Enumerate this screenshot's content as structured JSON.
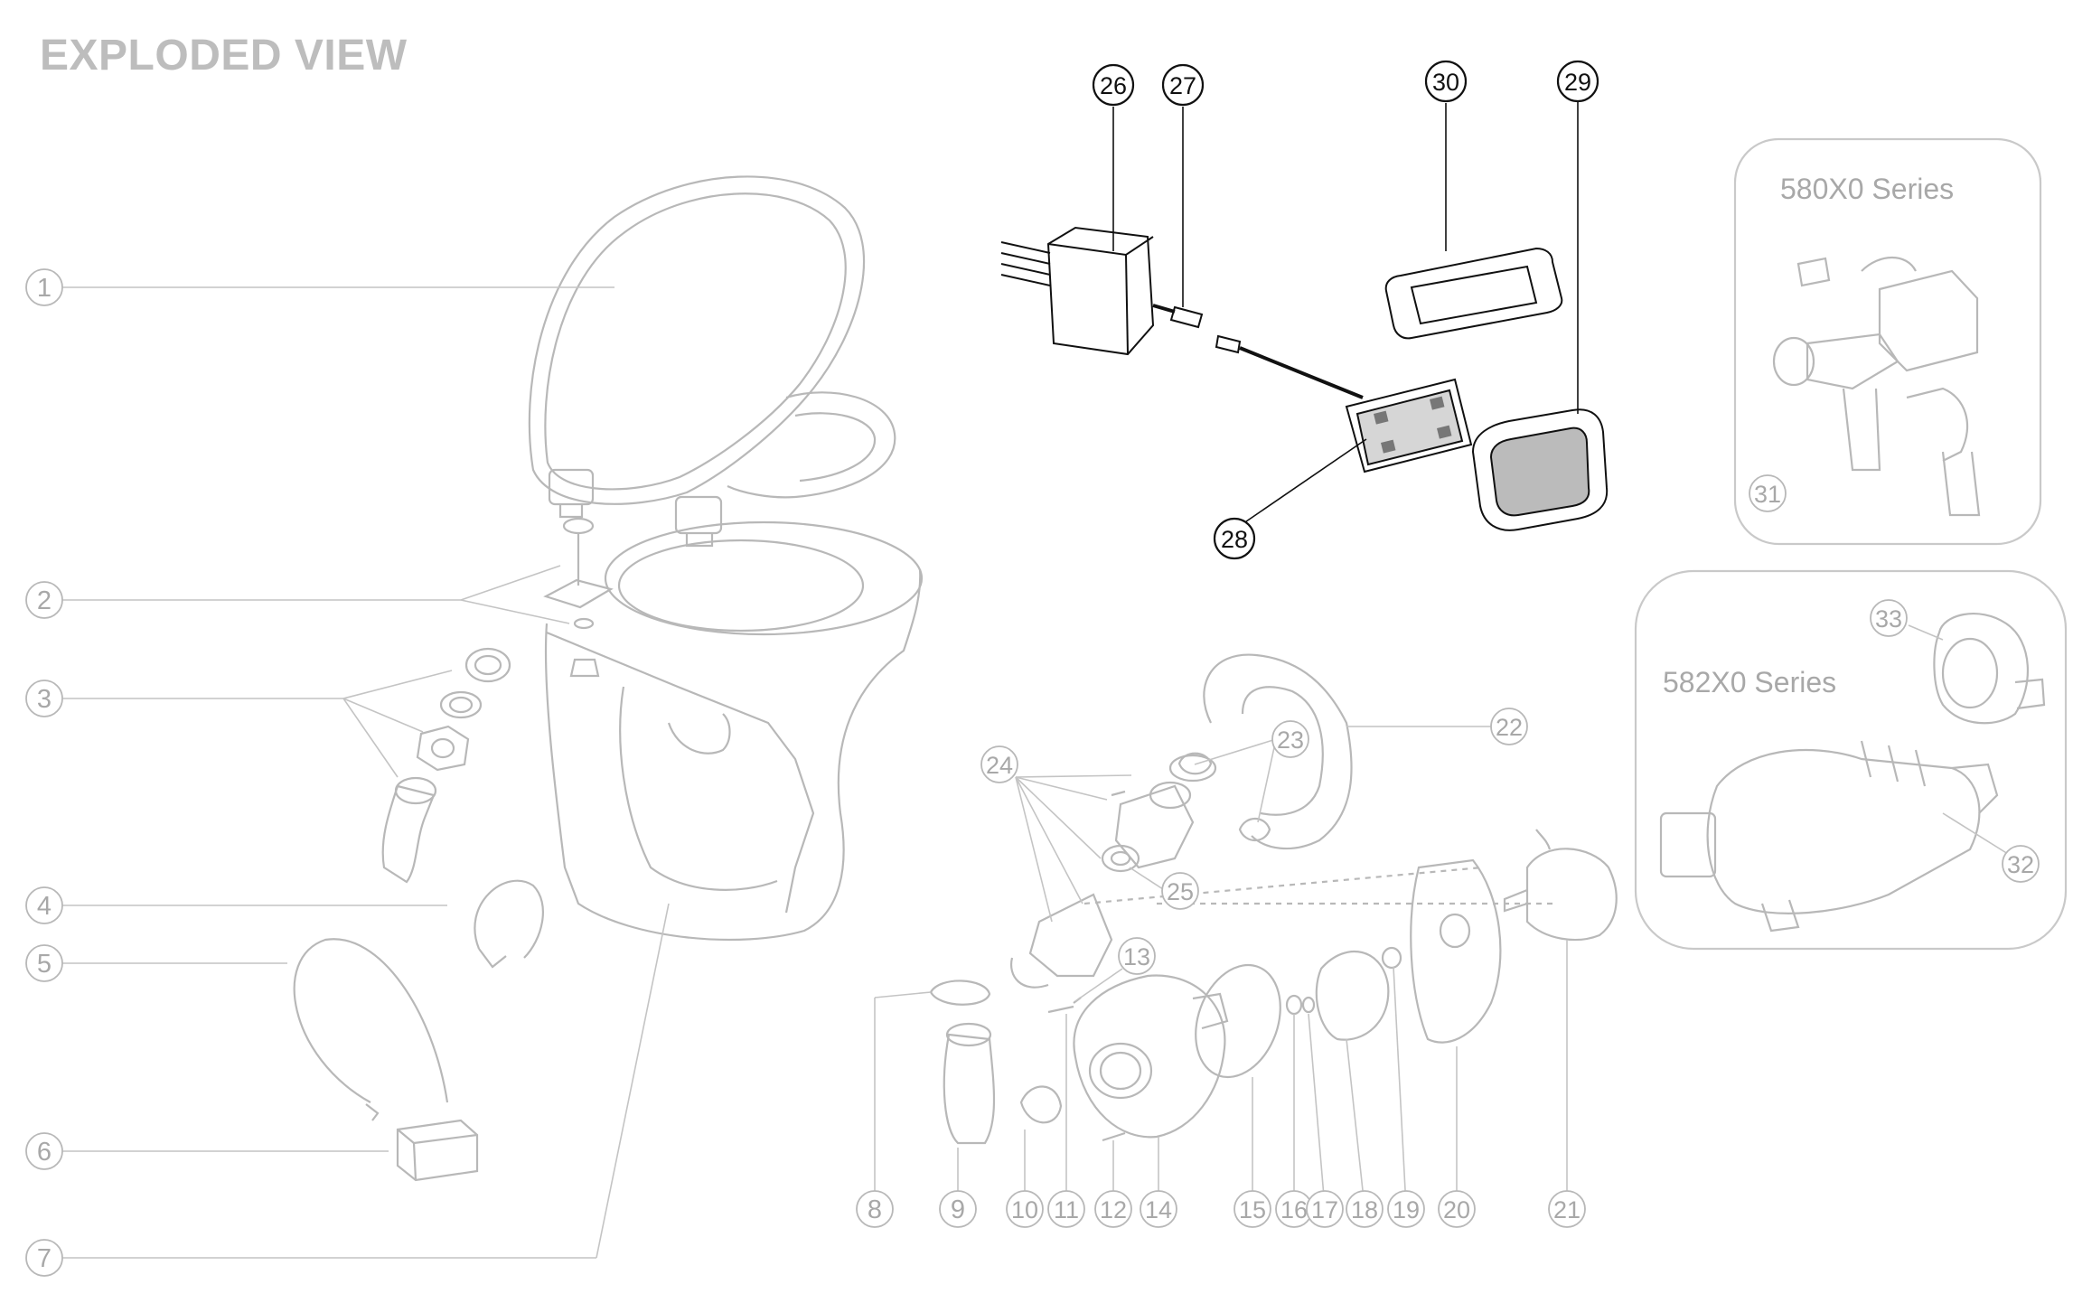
{
  "title": "EXPLODED VIEW",
  "colors": {
    "faded": "#b8b8b8",
    "fadedText": "#a8a8a8",
    "dark": "#111111",
    "panel": "#c9c9c9"
  },
  "series": {
    "s580": "580X0 Series",
    "s582": "582X0 Series"
  },
  "callouts": [
    {
      "num": "1",
      "emphasis": false
    },
    {
      "num": "2",
      "emphasis": false
    },
    {
      "num": "3",
      "emphasis": false
    },
    {
      "num": "4",
      "emphasis": false
    },
    {
      "num": "5",
      "emphasis": false
    },
    {
      "num": "6",
      "emphasis": false
    },
    {
      "num": "7",
      "emphasis": false
    },
    {
      "num": "8",
      "emphasis": false
    },
    {
      "num": "9",
      "emphasis": false
    },
    {
      "num": "10",
      "emphasis": false
    },
    {
      "num": "11",
      "emphasis": false
    },
    {
      "num": "12",
      "emphasis": false
    },
    {
      "num": "13",
      "emphasis": false
    },
    {
      "num": "14",
      "emphasis": false
    },
    {
      "num": "15",
      "emphasis": false
    },
    {
      "num": "16",
      "emphasis": false
    },
    {
      "num": "17",
      "emphasis": false
    },
    {
      "num": "18",
      "emphasis": false
    },
    {
      "num": "19",
      "emphasis": false
    },
    {
      "num": "20",
      "emphasis": false
    },
    {
      "num": "21",
      "emphasis": false
    },
    {
      "num": "22",
      "emphasis": false
    },
    {
      "num": "23",
      "emphasis": false
    },
    {
      "num": "24",
      "emphasis": false
    },
    {
      "num": "25",
      "emphasis": false
    },
    {
      "num": "26",
      "emphasis": true
    },
    {
      "num": "27",
      "emphasis": true
    },
    {
      "num": "28",
      "emphasis": true
    },
    {
      "num": "29",
      "emphasis": true
    },
    {
      "num": "30",
      "emphasis": true
    },
    {
      "num": "31",
      "emphasis": false
    },
    {
      "num": "32",
      "emphasis": false
    },
    {
      "num": "33",
      "emphasis": false
    }
  ]
}
